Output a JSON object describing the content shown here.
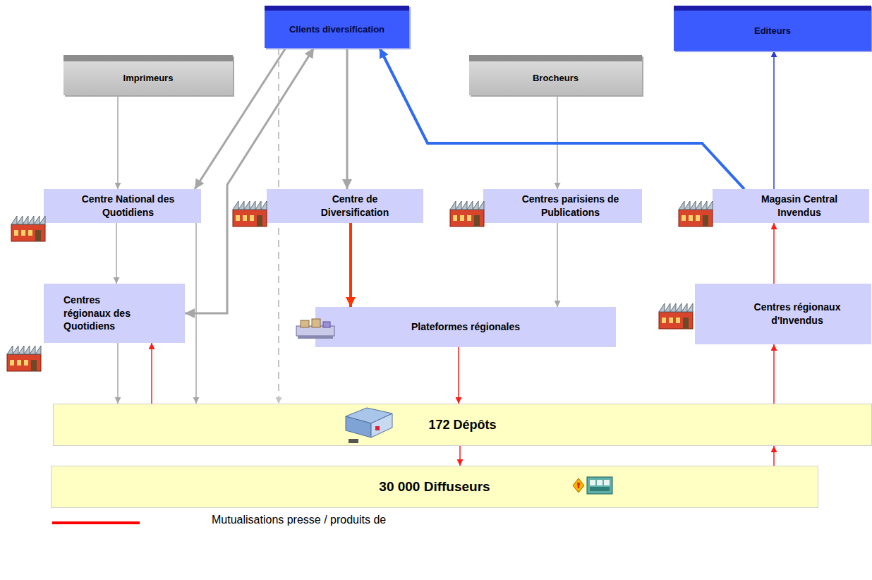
{
  "diagram": {
    "nodes": [
      {
        "text": [
          "Clients diversification"
        ]
      },
      {
        "text": [
          "Editeurs"
        ]
      },
      {
        "text": [
          "Imprimeurs"
        ]
      },
      {
        "text": [
          "Brocheurs"
        ]
      },
      {
        "text": [
          "Centre National des Quotidiens"
        ]
      },
      {
        "text": [
          "Centre de Diversification"
        ]
      },
      {
        "text": [
          "Centres parisiens de Publications"
        ]
      },
      {
        "text": [
          "Magasin Central Invendus"
        ]
      },
      {
        "text": [
          "Centres régionaux des Quotidiens"
        ]
      },
      {
        "text": [
          "Plateformes régionales"
        ]
      },
      {
        "text": [
          "Centres régionaux d'Invendus"
        ]
      },
      {
        "text": [
          "172 Dépôts"
        ]
      },
      {
        "text": [
          "30 000 Diffuseurs"
        ]
      }
    ],
    "edges": [
      {
        "from": 2,
        "to": 4,
        "arrow": "to"
      },
      {
        "from": 0,
        "to": 4,
        "arrow": "to"
      },
      {
        "from": 0,
        "to": 8,
        "arrow": "both"
      },
      {
        "from": 0,
        "to": 11,
        "arrow": "to"
      },
      {
        "from": 0,
        "to": 5,
        "arrow": "to"
      },
      {
        "from": 4,
        "to": 8,
        "arrow": "to"
      },
      {
        "from": 4,
        "to": 11,
        "arrow": "to"
      },
      {
        "from": 8,
        "to": 11,
        "arrow": "to"
      },
      {
        "from": 11,
        "to": 8,
        "arrow": "to"
      },
      {
        "from": 5,
        "to": 9,
        "arrow": "to"
      },
      {
        "from": 3,
        "to": 6,
        "arrow": "to"
      },
      {
        "from": 6,
        "to": 9,
        "arrow": "to"
      },
      {
        "from": 9,
        "to": 11,
        "arrow": "to"
      },
      {
        "from": 7,
        "to": 0,
        "arrow": "to"
      },
      {
        "from": 7,
        "to": 1,
        "arrow": "to"
      },
      {
        "from": 10,
        "to": 7,
        "arrow": "to"
      },
      {
        "from": 11,
        "to": 10,
        "arrow": "to"
      },
      {
        "from": 11,
        "to": 12,
        "arrow": "to"
      },
      {
        "from": 12,
        "to": 11,
        "arrow": "to"
      }
    ],
    "legend": [
      {
        "text": "Mutualisations presse / produits de"
      }
    ]
  }
}
